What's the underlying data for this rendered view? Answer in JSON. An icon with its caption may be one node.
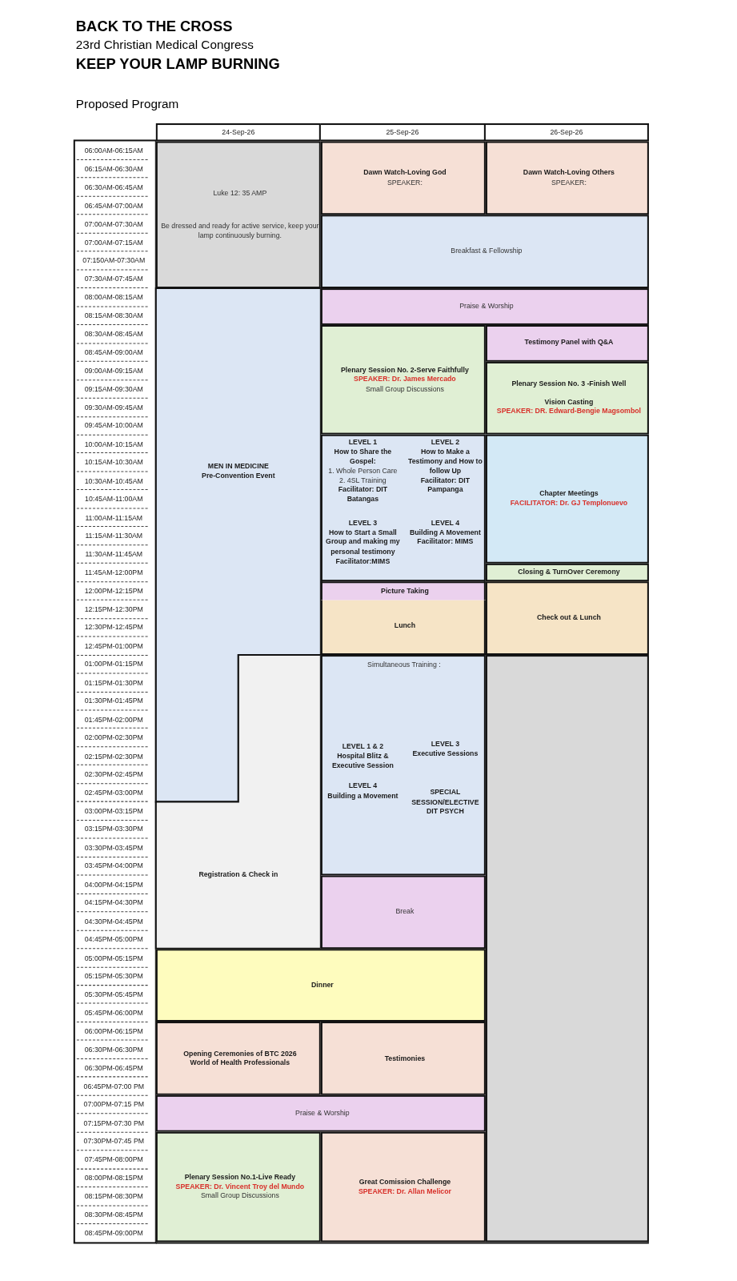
{
  "diagram": {
    "title": "BACK TO THE CROSS",
    "nodes": [
      {
        "text": [
          "Luke 12: 35 AMP",
          "Be dressed and ready for active service, keep your lamp continuously burning."
        ]
      },
      {
        "text": [
          "Dawn Watch-Loving God",
          "SPEAKER:"
        ]
      },
      {
        "text": [
          "Dawn Watch-Loving Others",
          "SPEAKER:"
        ]
      },
      {
        "text": [
          "Breakfast & Fellowship"
        ]
      },
      {
        "text": [
          "MEN IN MEDICINE",
          "Pre-Convention Event"
        ]
      },
      {
        "text": [
          "Praise & Worship"
        ]
      },
      {
        "text": [
          "Plenary Session No. 2-Serve Faithfully",
          "SPEAKER: Dr. James Mercado",
          "Small Group Discussions"
        ]
      },
      {
        "text": [
          "Testimony Panel with Q&A"
        ]
      },
      {
        "text": [
          "Plenary Session No. 3 -Finish Well",
          "Vision Casting",
          "SPEAKER: DR. Edward-Bengie Magsombol"
        ]
      },
      {
        "text": [
          "LEVEL 1",
          "How to Share the Gospel:",
          "1. Whole Person Care",
          "2. 4SL Training",
          "Facilitator: DIT Batangas",
          "LEVEL  2",
          "How to Make a Testimony and How to follow Up",
          "Facilitator: DIT Pampanga",
          "LEVEL 3",
          "How to Start a Small Group and making my personal testimony",
          "Facilitator:MIMS",
          "LEVEL 4",
          "Building A Movement",
          "Facilitator: MIMS"
        ]
      },
      {
        "text": [
          "Chapter Meetings",
          "FACILITATOR: Dr. GJ Templonuevo"
        ]
      },
      {
        "text": [
          "Closing  & TurnOver Ceremony"
        ]
      },
      {
        "text": [
          "Picture Taking"
        ]
      },
      {
        "text": [
          "Check out & Lunch"
        ]
      },
      {
        "text": [
          "Lunch"
        ]
      },
      {
        "text": [
          "Registration & Check in"
        ]
      },
      {
        "text": [
          "Simultaneous Training :",
          "LEVEL 1 & 2",
          "Hospital Blitz & Executive Session",
          "LEVEL 3",
          "Executive Sessions",
          "LEVEL 4",
          "Building a Movement",
          "SPECIAL SESSION/ELECTIVE DIT PSYCH"
        ]
      },
      {
        "text": [],
        "shape": "box"
      },
      {
        "text": [
          "Break"
        ]
      },
      {
        "text": [
          "Dinner"
        ]
      },
      {
        "text": [
          "Opening  Ceremonies of BTC 2026",
          "World of Health Professionals"
        ]
      },
      {
        "text": [
          "Testimonies"
        ]
      },
      {
        "text": [
          "Praise & Worship"
        ]
      },
      {
        "text": [
          "Plenary Session No.1-Live Ready",
          "SPEAKER: Dr. Vincent Troy del Mundo",
          "Small Group Discussions"
        ]
      },
      {
        "text": [
          "Great Comission Challenge",
          "SPEAKER: Dr. Allan Melicor"
        ]
      }
    ],
    "labels": [
      "23rd  Christian Medical Congress",
      "KEEP YOUR LAMP BURNING",
      "Proposed Program",
      "24-Sep-26",
      "25-Sep-26",
      "26-Sep-26",
      "06:00AM-06:15AM",
      "06:15AM-06:30AM",
      "06:30AM-06:45AM",
      "06:45AM-07:00AM",
      "07:00AM-07:30AM",
      "07:00AM-07:15AM",
      "07:150AM-07:30AM",
      "07:30AM-07:45AM",
      "08:00AM-08:15AM",
      "08:15AM-08:30AM",
      "08:30AM-08:45AM",
      "08:45AM-09:00AM",
      "09:00AM-09:15AM",
      "09:15AM-09:30AM",
      "09:30AM-09:45AM",
      "09:45AM-10:00AM",
      "10:00AM-10:15AM",
      "10:15AM-10:30AM",
      "10:30AM-10:45AM",
      "10:45AM-11:00AM",
      "11:00AM-11:15AM",
      "11:15AM-11:30AM",
      "11:30AM-11:45AM",
      "11:45AM-12:00PM",
      "12:00PM-12:15PM",
      "12:15PM-12:30PM",
      "12:30PM-12:45PM",
      "12:45PM-01:00PM",
      "01:00PM-01:15PM",
      "01:15PM-01:30PM",
      "01:30PM-01:45PM",
      "01:45PM-02:00PM",
      "02:00PM-02:30PM",
      "02:15PM-02:30PM",
      "02:30PM-02:45PM",
      "02:45PM-03:00PM",
      "03:00PM-03:15PM",
      "03:15PM-03:30PM",
      "03:30PM-03:45PM",
      "03:45PM-04:00PM",
      "04:00PM-04:15PM",
      "04:15PM-04:30PM",
      "04:30PM-04:45PM",
      "04:45PM-05:00PM",
      "05:00PM-05:15PM",
      "05:15PM-05:30PM",
      "05:30PM-05:45PM",
      "05:45PM-06:00PM",
      "06:00PM-06:15PM",
      "06:30PM-06:30PM",
      "06:30PM-06:45PM",
      "06:45PM-07:00 PM",
      "07:00PM-07:15 PM",
      "07:15PM-07:30 PM",
      "07:30PM-07:45 PM",
      "07:45PM-08:00PM",
      "08:00PM-08:15PM",
      "08:15PM-08:30PM",
      "08:30PM-08:45PM",
      "08:45PM-09:00PM"
    ]
  }
}
